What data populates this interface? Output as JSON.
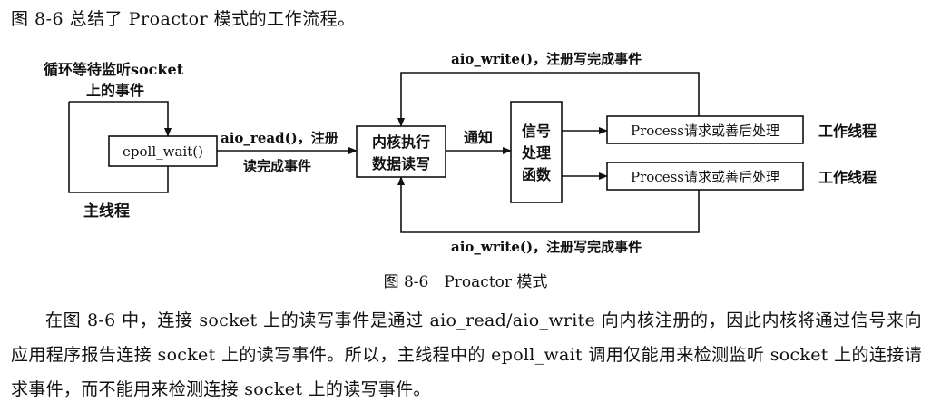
{
  "intro_line": "图 8-6 总结了 Proactor 模式的工作流程。",
  "diagram": {
    "label_loop_line1": "循环等待监听socket",
    "label_loop_line2": "上的事件",
    "main_thread": "主线程",
    "epoll_wait": "epoll_wait()",
    "aio_read_line1": "aio_read()，注册",
    "aio_read_line2": "读完成事件",
    "kernel_line1": "内核执行",
    "kernel_line2": "数据读写",
    "notify": "通知",
    "signal_line1": "信号",
    "signal_line2": "处理",
    "signal_line3": "函数",
    "process1": "Process请求或善后处理",
    "process2": "Process请求或善后处理",
    "worker1": "工作线程",
    "worker2": "工作线程",
    "aio_write_top": "aio_write()，注册写完成事件",
    "aio_write_bottom": "aio_write()，注册写完成事件"
  },
  "caption": "图 8-6　Proactor 模式",
  "paragraph": "在图 8-6 中，连接 socket 上的读写事件是通过 aio_read/aio_write 向内核注册的，因此内核将通过信号来向应用程序报告连接 socket 上的读写事件。所以，主线程中的 epoll_wait 调用仅能用来检测监听 socket 上的连接请求事件，而不能用来检测连接 socket 上的读写事件。"
}
